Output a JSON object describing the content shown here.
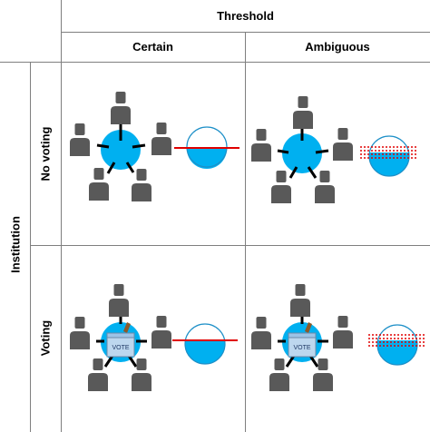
{
  "header": {
    "column_group": "Threshold",
    "columns": [
      "Certain",
      "Ambiguous"
    ]
  },
  "rows_header": {
    "row_group": "Institution",
    "rows": [
      "No voting",
      "Voting"
    ]
  },
  "cells": [
    {
      "row": "No voting",
      "col": "Certain",
      "ballot_box": false,
      "threshold_line": "solid",
      "vote_label": ""
    },
    {
      "row": "No voting",
      "col": "Ambiguous",
      "ballot_box": false,
      "threshold_line": "dotted",
      "vote_label": ""
    },
    {
      "row": "Voting",
      "col": "Certain",
      "ballot_box": true,
      "threshold_line": "solid",
      "vote_label": "VOTE"
    },
    {
      "row": "Voting",
      "col": "Ambiguous",
      "ballot_box": true,
      "threshold_line": "dotted",
      "vote_label": "VOTE"
    }
  ],
  "colors": {
    "pool": "#00b0f0",
    "person": "#595959",
    "threshold": "#e00000",
    "grid": "#7f7f7f",
    "ballot": "#bdd7ee"
  },
  "icons": [
    "person-icon",
    "pool-icon",
    "threshold-gauge-icon",
    "ballot-box-icon"
  ]
}
